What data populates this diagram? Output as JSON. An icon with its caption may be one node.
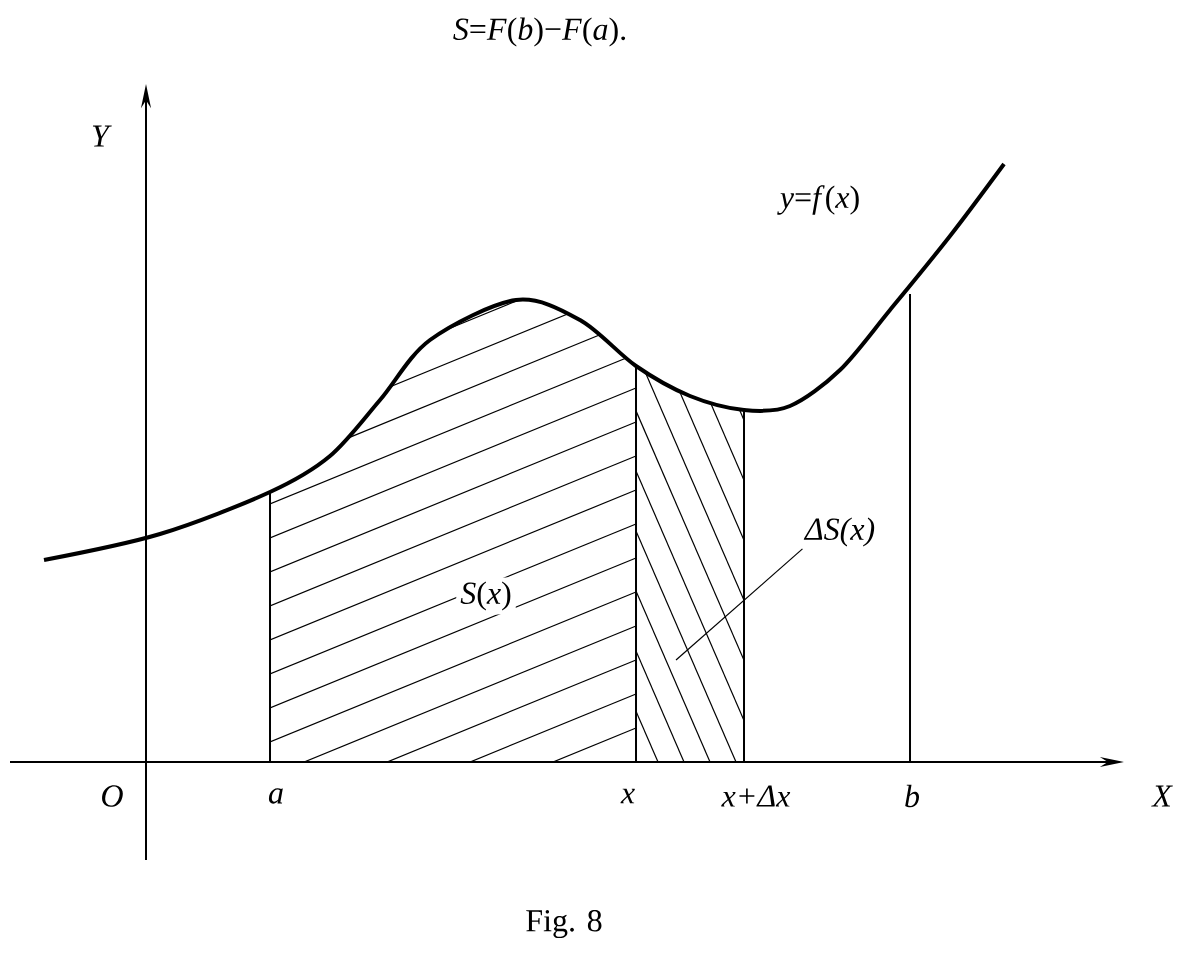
{
  "diagram": {
    "title": "*S*=*F*(*b*)−*F*(*a*).",
    "caption": "Fig. 8",
    "nodes": [
      {
        "text": [
          "ΔS(x)"
        ]
      },
      {
        "text": [],
        "shape": "box"
      }
    ],
    "edges": [
      {
        "from": 0,
        "to": 1,
        "arrow": "none"
      }
    ],
    "labels": [
      "Y",
      "*y*=*f*(*x*)",
      "*S*(*x*)",
      "O",
      "a",
      "x",
      "x+Δx",
      "b",
      "X"
    ]
  }
}
